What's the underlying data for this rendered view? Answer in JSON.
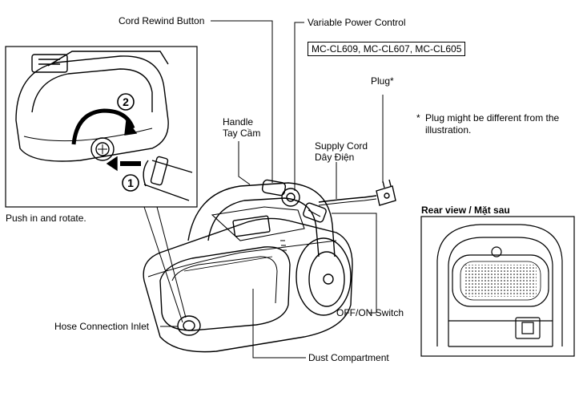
{
  "labels": {
    "cord_rewind_button": "Cord Rewind Button",
    "variable_power_control": "Variable Power Control",
    "models": "MC-CL609, MC-CL607, MC-CL605",
    "plug": "Plug*",
    "plug_note_mark": "*",
    "plug_note": "Plug might be different from the illustration.",
    "handle_en": "Handle",
    "handle_vi": "Tay Cầm",
    "supply_cord_en": "Supply Cord",
    "supply_cord_vi": "Dây Điện",
    "push_rotate": "Push in and rotate.",
    "rear_view": "Rear view / Mặt sau",
    "off_on_switch": "OFF/ON Switch",
    "hose_inlet": "Hose Connection Inlet",
    "dust_compartment": "Dust Compartment",
    "step_1": "1",
    "step_2": "2"
  }
}
